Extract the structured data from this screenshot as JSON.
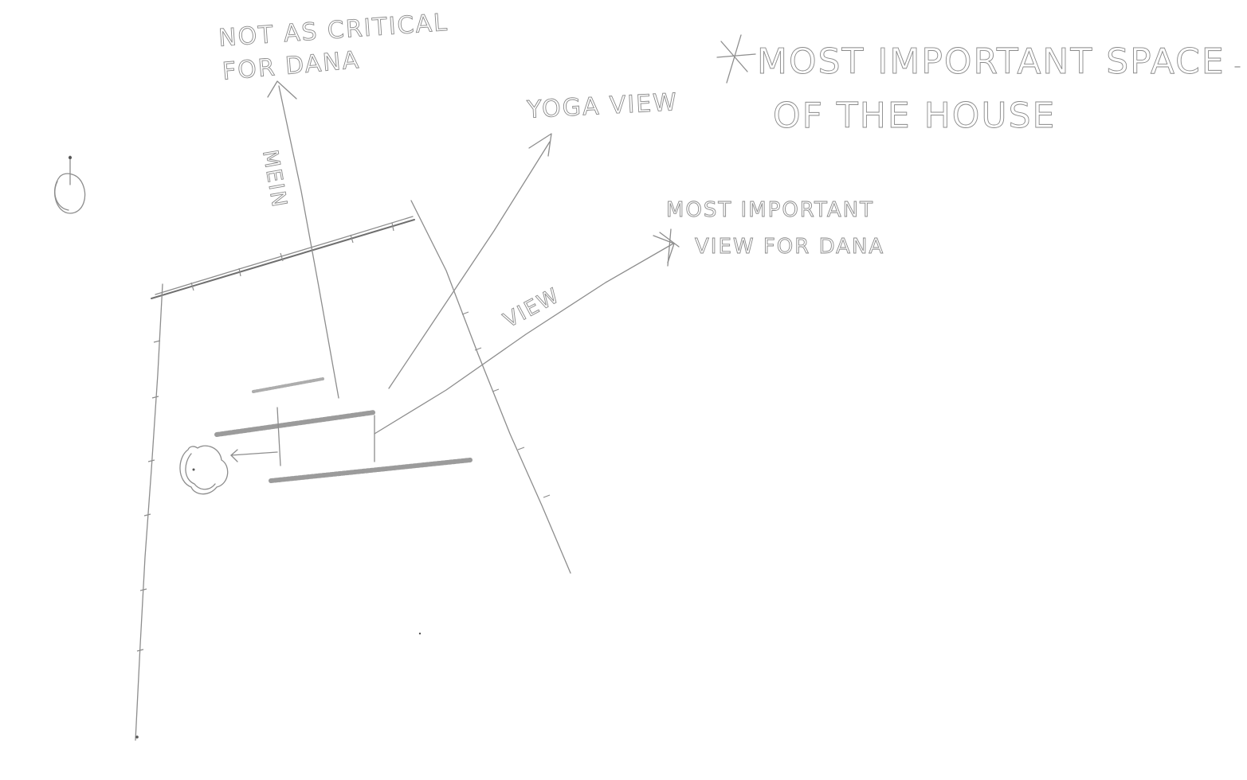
{
  "labels": {
    "not_critical": [
      "NOT AS CRITICAL",
      "FOR DANA"
    ],
    "yoga_view": "YOGA VIEW",
    "most_important_space": [
      "MOST IMPORTANT SPACE",
      "OF THE HOUSE"
    ],
    "most_important_view": [
      "MOST IMPORTANT",
      "VIEW FOR DANA"
    ],
    "view_axis": "VIEW",
    "left_axis": "MEIN"
  },
  "colors": {
    "ink": "#8d8d8d",
    "hatch": "#7a7a7a",
    "background": "#ffffff"
  },
  "icons": {
    "star_marker": "asterisk-icon",
    "compass": "north-arrow-icon",
    "tree": "tree-icon"
  }
}
